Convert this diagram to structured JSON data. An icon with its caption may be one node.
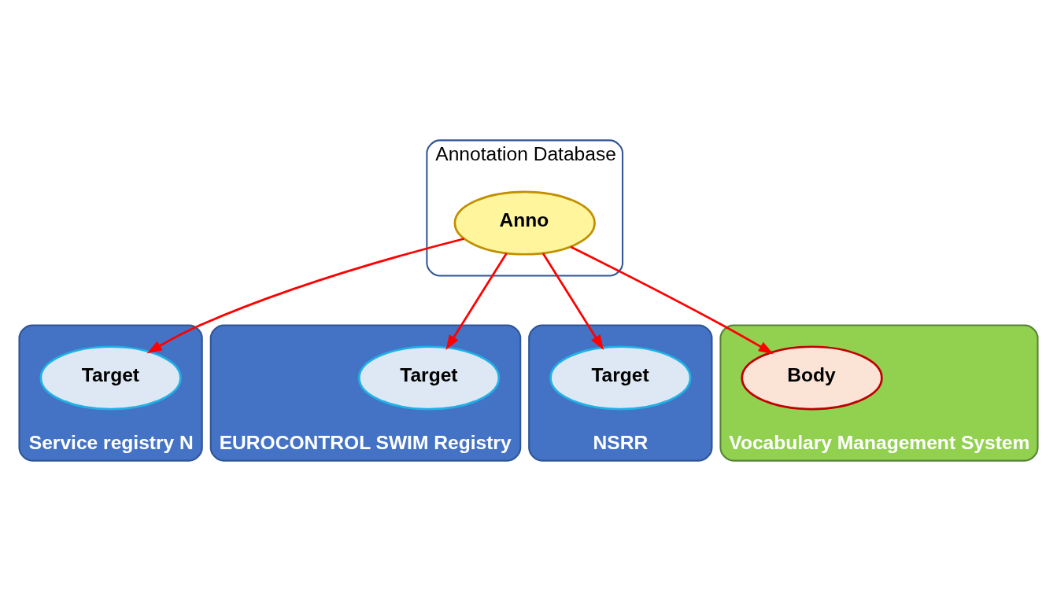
{
  "diagram": {
    "nodes": [
      {
        "text": [
          "Annotation Database"
        ]
      },
      {
        "text": [
          "Anno"
        ],
        "in": 0
      },
      {
        "text": [
          "Service registry N"
        ]
      },
      {
        "text": [
          "Target"
        ],
        "in": 2
      },
      {
        "text": [
          "EUROCONTROL SWIM Registry"
        ]
      },
      {
        "text": [
          "Target"
        ],
        "in": 4
      },
      {
        "text": [
          "NSRR"
        ]
      },
      {
        "text": [
          "Target"
        ],
        "in": 6
      },
      {
        "text": [
          "Vocabulary Management System"
        ]
      },
      {
        "text": [
          "Body"
        ],
        "in": 8
      }
    ],
    "edges": [
      {
        "from": 1,
        "to": 3,
        "arrow": "to"
      },
      {
        "from": 1,
        "to": 5,
        "arrow": "to"
      },
      {
        "from": 1,
        "to": 7,
        "arrow": "to"
      },
      {
        "from": 1,
        "to": 9,
        "arrow": "to"
      }
    ]
  }
}
